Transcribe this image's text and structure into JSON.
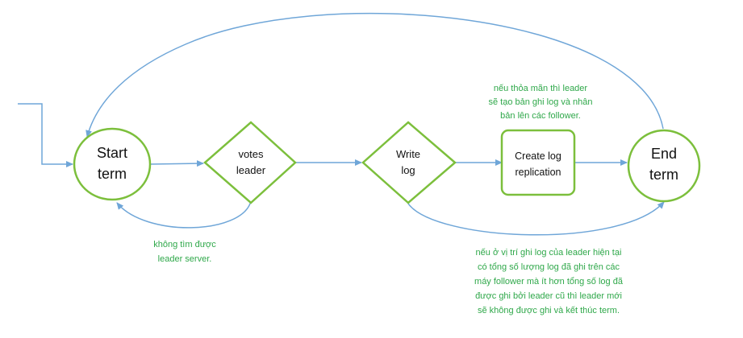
{
  "colors": {
    "node_stroke": "#7cbf3c",
    "edge": "#6fa6d8",
    "note_green": "#2fa84a",
    "text": "#111111"
  },
  "nodes": {
    "start_term": {
      "line1": "Start",
      "line2": "term"
    },
    "votes_leader": {
      "line1": "votes",
      "line2": "leader"
    },
    "write_log": {
      "line1": "Write",
      "line2": "log"
    },
    "create_log": {
      "line1": "Create log",
      "line2": "replication"
    },
    "end_term": {
      "line1": "End",
      "line2": "term"
    }
  },
  "notes": {
    "leader_found": {
      "line1": "nếu thỏa mãn thì leader",
      "line2": "sẽ tạo bản ghi log và nhân",
      "line3": "bản lên các follower."
    },
    "leader_not_found": {
      "line1": "không tìm được",
      "line2": "leader server."
    },
    "log_conflict": {
      "line1": "nếu ở vị trí ghi log của leader hiện tại",
      "line2": "có tổng số lượng log đã ghi trên các",
      "line3": "máy follower mà ít hơn tổng số log đã",
      "line4": "được ghi bởi leader cũ thì leader mới",
      "line5": "sẽ không được ghi và kết thúc term."
    }
  }
}
